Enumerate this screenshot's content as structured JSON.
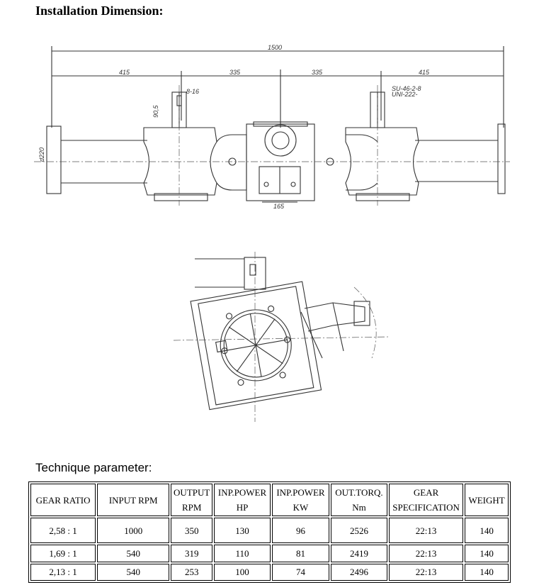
{
  "headings": {
    "installation": "Installation Dimension:",
    "technique": "Technique parameter:"
  },
  "drawing_top": {
    "dim_overall": "1500",
    "dim_left": "415",
    "dim_mid_left": "335",
    "dim_mid_right": "335",
    "dim_right": "415",
    "dim_shaft_height": "90,5",
    "dim_key_left": "8-16",
    "dim_key_right_1": "SU-46-2-8",
    "dim_key_right_2": "UNI-222-",
    "dim_diameter": "d220",
    "dim_base": "165"
  },
  "table": {
    "headers": [
      {
        "line1": "GEAR RATIO",
        "line2": ""
      },
      {
        "line1": "INPUT RPM",
        "line2": ""
      },
      {
        "line1": "OUTPUT",
        "line2": "RPM"
      },
      {
        "line1": "INP.POWER",
        "line2": "HP"
      },
      {
        "line1": "INP.POWER",
        "line2": "KW"
      },
      {
        "line1": "OUT.TORQ.",
        "line2": "Nm"
      },
      {
        "line1": "GEAR",
        "line2": "SPECIFICATION"
      },
      {
        "line1": "WEIGHT",
        "line2": ""
      }
    ],
    "rows": [
      [
        "2,58 : 1",
        "1000",
        "350",
        "130",
        "96",
        "2526",
        "22:13",
        "140"
      ],
      [
        "1,69 : 1",
        "540",
        "319",
        "110",
        "81",
        "2419",
        "22:13",
        "140"
      ],
      [
        "2,13 : 1",
        "540",
        "253",
        "100",
        "74",
        "2496",
        "22:13",
        "140"
      ]
    ]
  }
}
